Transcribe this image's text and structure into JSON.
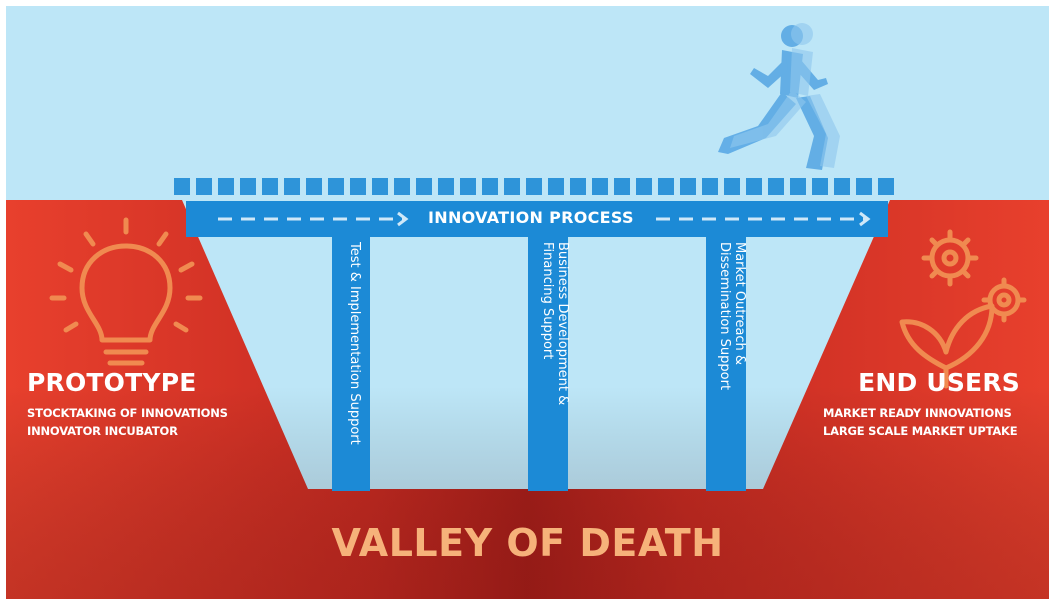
{
  "diagram": {
    "bridge": {
      "label": "INNOVATION PROCESS"
    },
    "pillars": [
      {
        "lines": [
          "Test & Implementation Support"
        ]
      },
      {
        "lines": [
          "Business Development &",
          "Financing Support"
        ]
      },
      {
        "lines": [
          "Market Outreach &",
          "Dissemination Support"
        ]
      }
    ],
    "left_block": {
      "title": "PROTOTYPE",
      "lines": [
        "STOCKTAKING OF INNOVATIONS",
        "INNOVATOR INCUBATOR"
      ],
      "icon": "lightbulb-icon"
    },
    "right_block": {
      "title": "END USERS",
      "lines": [
        "MARKET READY INNOVATIONS",
        "LARGE SCALE MARKET UPTAKE"
      ],
      "icon": "gears-plant-icon"
    },
    "valley": {
      "label": "VALLEY OF DEATH"
    },
    "runner": {
      "icon": "runner-icon"
    },
    "colors": {
      "sky": "#bde6f7",
      "land": "#e2392a",
      "land_dark": "#b3231d",
      "bridge": "#1c8ad6",
      "valley_text": "#f6b27a",
      "icon_orange": "#f08a50"
    }
  }
}
